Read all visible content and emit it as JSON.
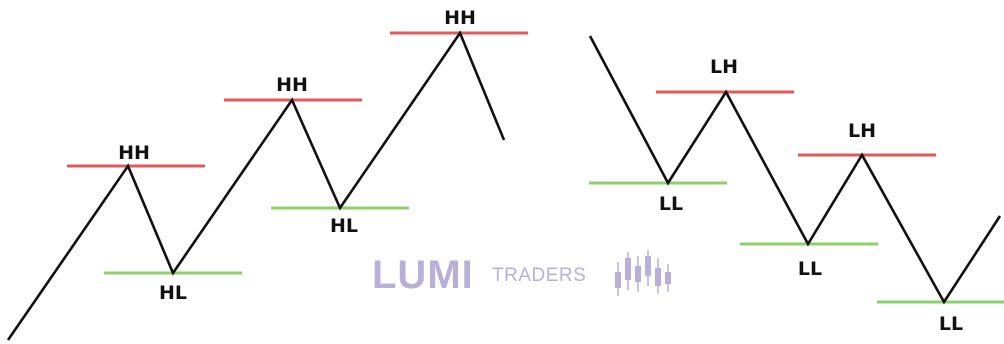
{
  "colors": {
    "price_line": "#111111",
    "high_level": "#e05a5a",
    "low_level": "#8cd16c",
    "watermark": "#b9b0d8"
  },
  "uptrend": {
    "labels": [
      "HH",
      "HL",
      "HH",
      "HL",
      "HH"
    ]
  },
  "downtrend": {
    "labels": [
      "LL",
      "LH",
      "LL",
      "LH",
      "LL"
    ]
  },
  "watermark": {
    "brand": "LUMI",
    "sub": "TRADERS",
    "icon": "candlestick-chart-icon"
  }
}
